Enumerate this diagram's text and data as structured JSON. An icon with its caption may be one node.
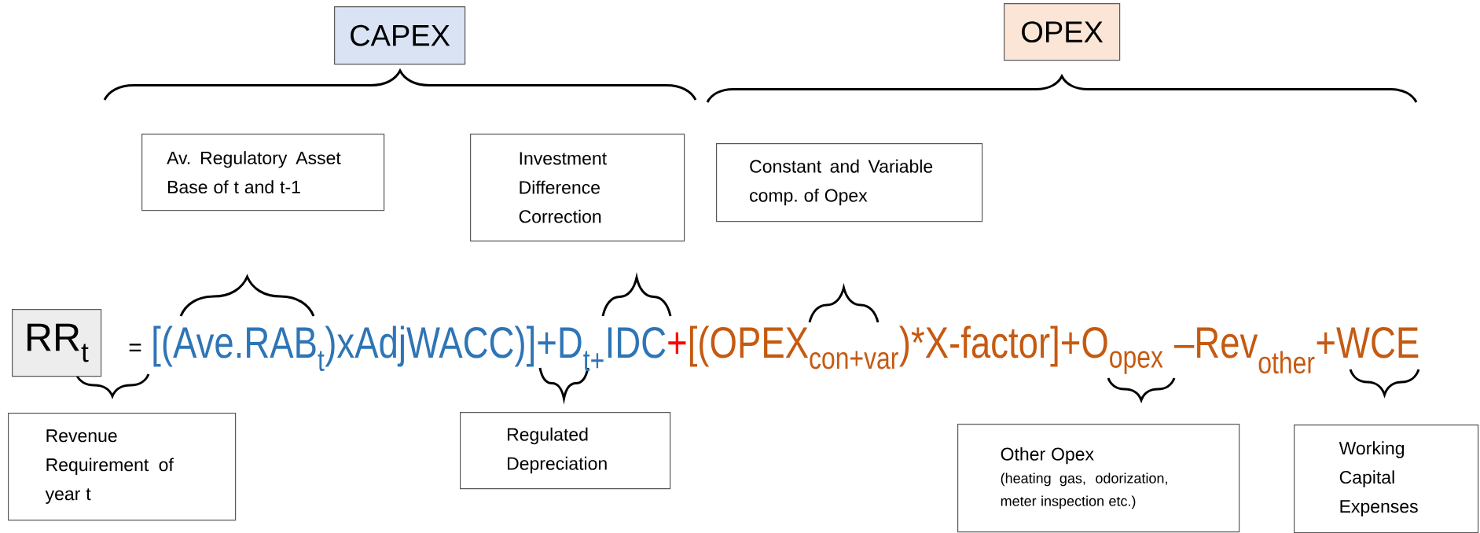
{
  "diagram": {
    "nodes": [
      {
        "text": [
          "CAPEX"
        ]
      },
      {
        "text": [
          "OPEX"
        ]
      },
      {
        "text": [
          "Av. Regulatory Asset Base of t and t-1"
        ]
      },
      {
        "text": [
          "Investment Difference Correction"
        ]
      },
      {
        "text": [
          "Constant and Variable comp. of Opex"
        ]
      },
      {
        "text": [
          "RR$_{t}$"
        ]
      },
      {
        "text": [
          "Revenue Requirement of year t"
        ]
      },
      {
        "text": [
          "Regulated Depreciation"
        ]
      },
      {
        "text": [
          "Other Opex",
          "(heating gas, odorization, meter inspection etc.)"
        ]
      },
      {
        "text": [
          "Working Capital Expenses"
        ]
      }
    ],
    "labels": [
      "=",
      "[(Ave.RAB$_{t}$)xAdjWACC)]+D$_{t+}$IDC",
      "+",
      "[(OPEX$_{con+var}$)*X-factor]+O$_{opex}$ –Rev$_{other}$+WCE"
    ]
  }
}
